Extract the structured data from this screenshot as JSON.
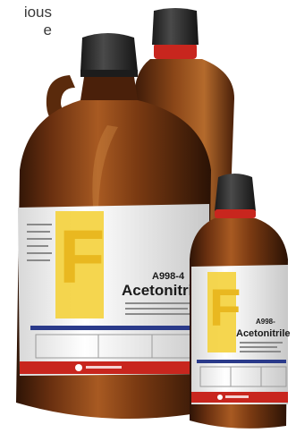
{
  "corner_text": {
    "line1": "ious",
    "line2": "e"
  },
  "bottles": {
    "large": {
      "catalog_number": "A998-4",
      "product_name": "Acetonitrile",
      "brand_letter": "F"
    },
    "small": {
      "catalog_number": "A998-",
      "product_name": "Acetonitrile",
      "brand_letter": "F"
    }
  },
  "colors": {
    "amber_dark": "#3a1a08",
    "amber_mid": "#7a3a12",
    "amber_light": "#b56a2a",
    "cap": "#2a2a2a",
    "label_yellow": "#f4d23c",
    "label_red": "#c8261e",
    "label_blue": "#2a3a8a"
  }
}
